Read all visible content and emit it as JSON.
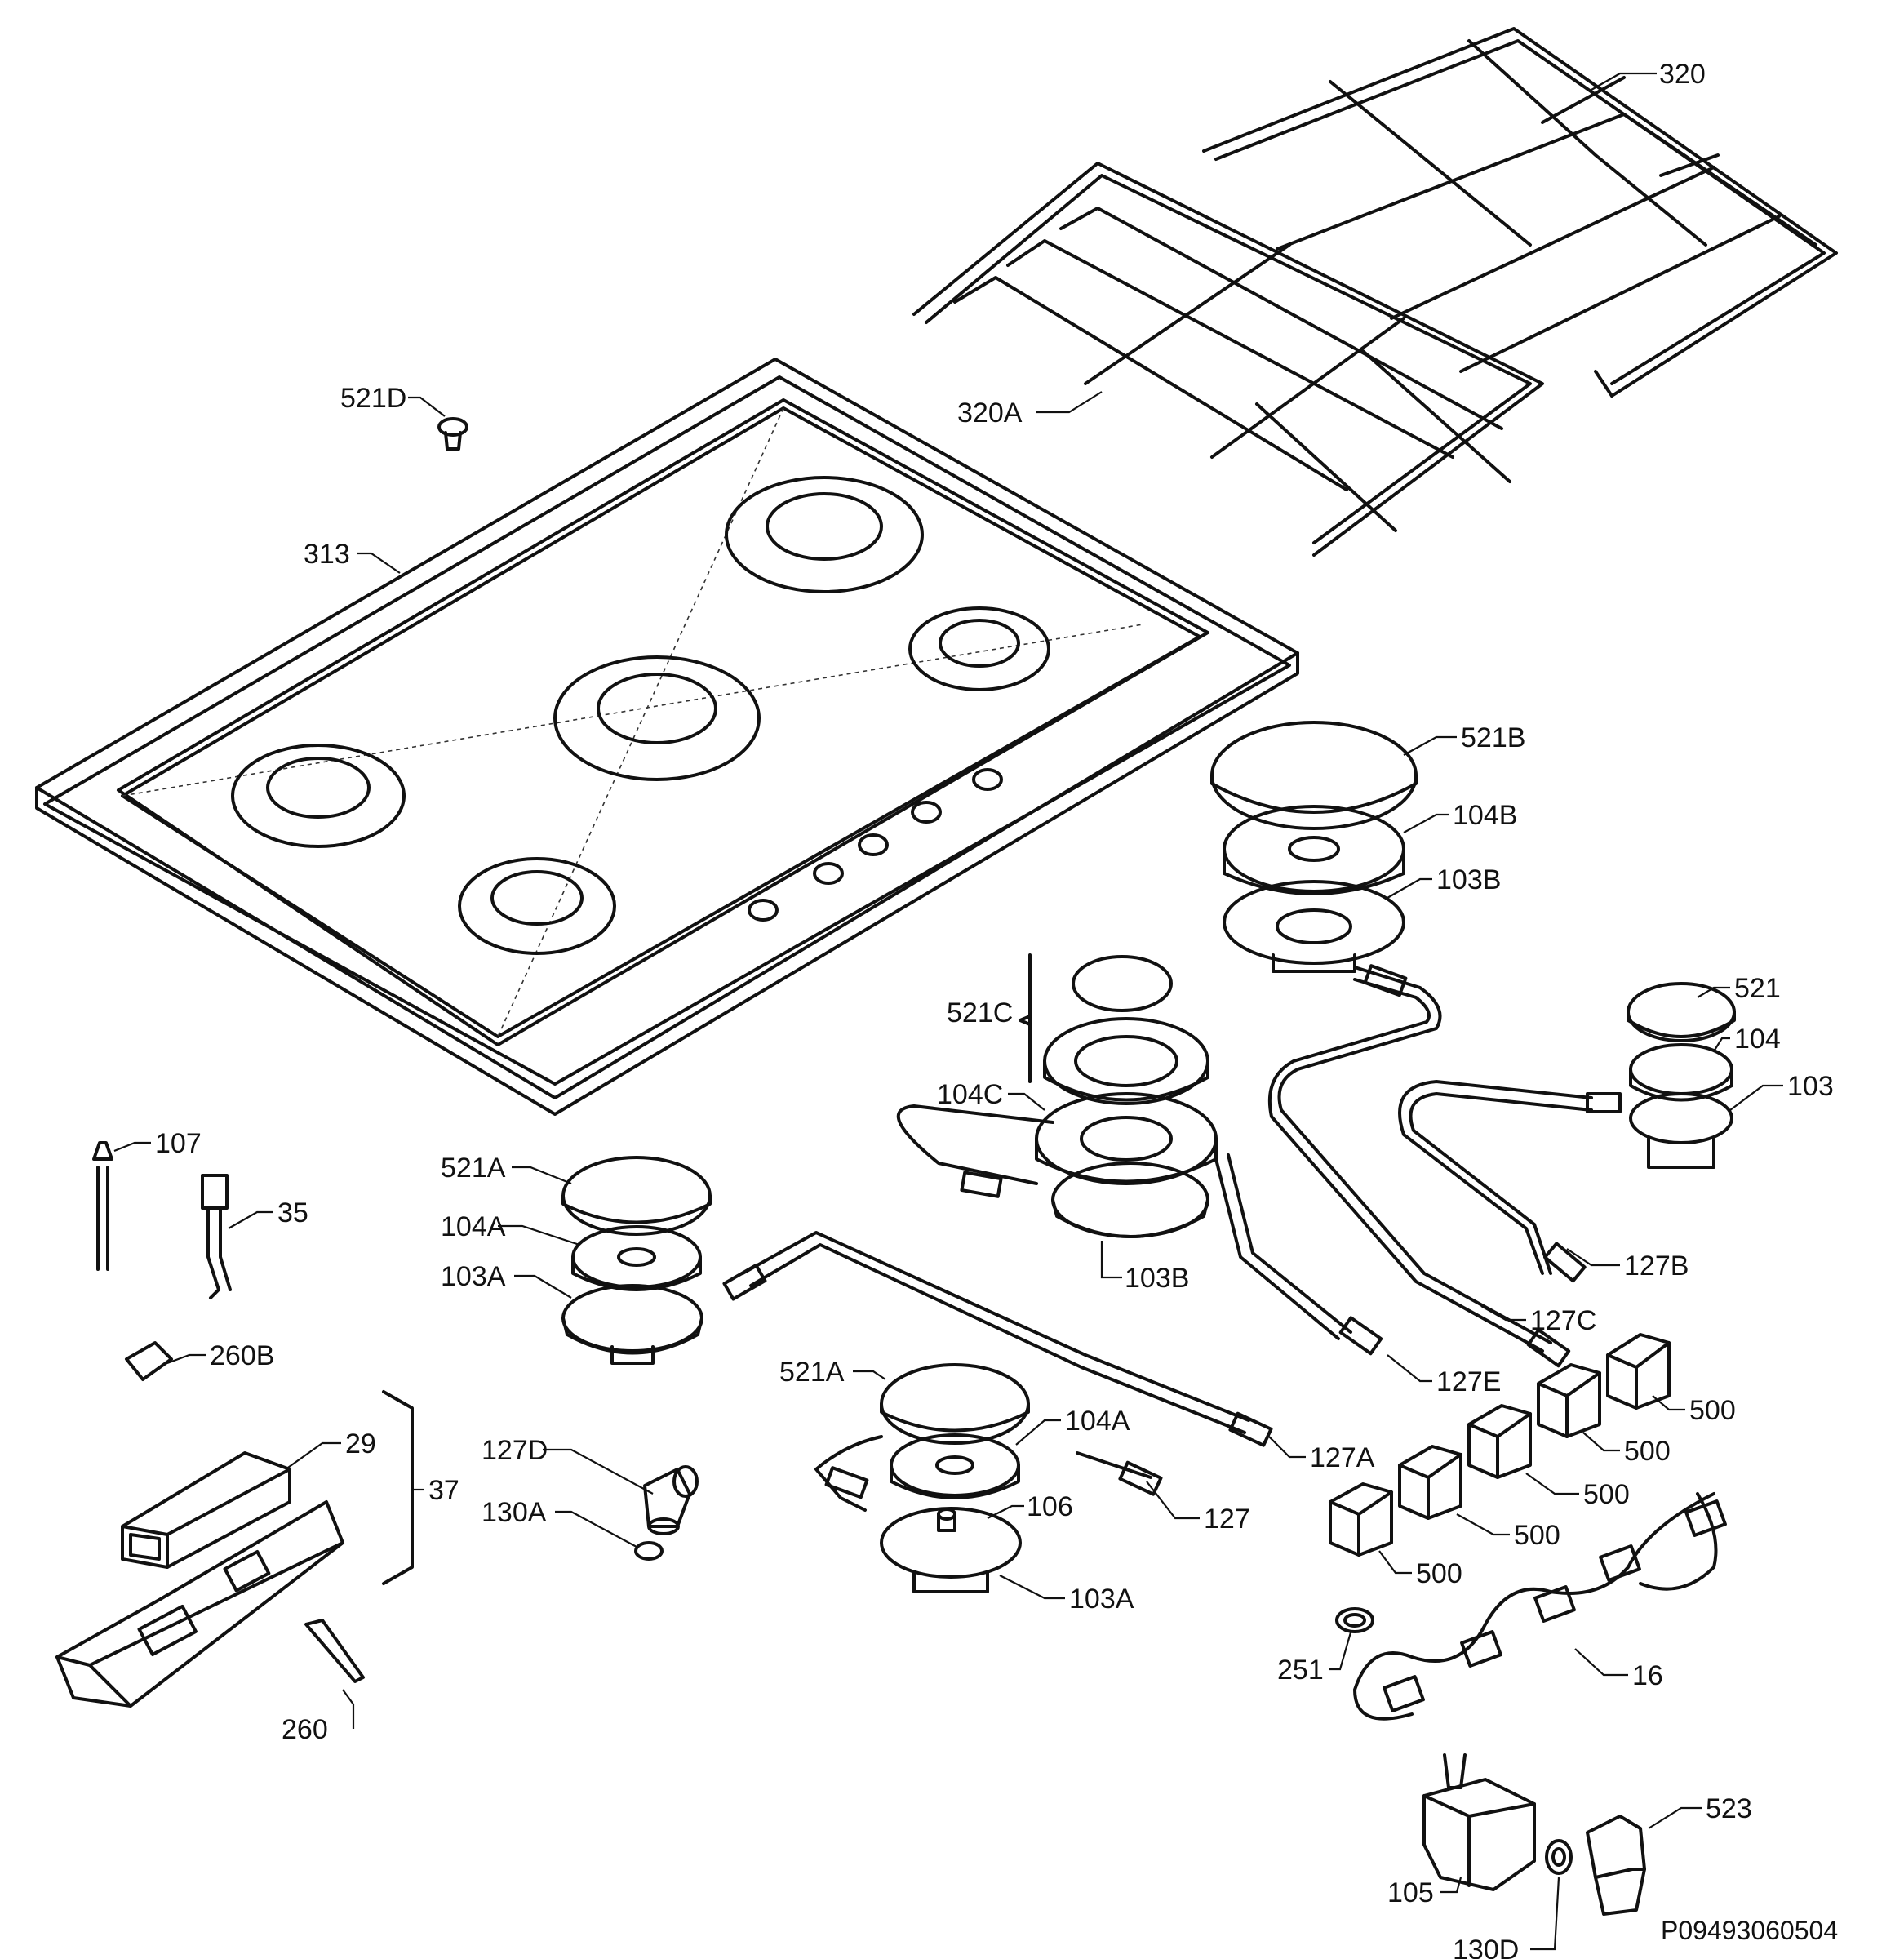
{
  "drawing_code": "P09493060504",
  "labels": [
    {
      "id": "320",
      "text": "320"
    },
    {
      "id": "320A",
      "text": "320A"
    },
    {
      "id": "521D",
      "text": "521D"
    },
    {
      "id": "313",
      "text": "313"
    },
    {
      "id": "521B",
      "text": "521B"
    },
    {
      "id": "104B",
      "text": "104B"
    },
    {
      "id": "103B_top",
      "text": "103B"
    },
    {
      "id": "521",
      "text": "521"
    },
    {
      "id": "104",
      "text": "104"
    },
    {
      "id": "103",
      "text": "103"
    },
    {
      "id": "521C",
      "text": "521C"
    },
    {
      "id": "104C",
      "text": "104C"
    },
    {
      "id": "103B_mid",
      "text": "103B"
    },
    {
      "id": "127B",
      "text": "127B"
    },
    {
      "id": "127C",
      "text": "127C"
    },
    {
      "id": "127E",
      "text": "127E"
    },
    {
      "id": "127A",
      "text": "127A"
    },
    {
      "id": "127",
      "text": "127"
    },
    {
      "id": "107",
      "text": "107"
    },
    {
      "id": "35",
      "text": "35"
    },
    {
      "id": "521A_left",
      "text": "521A"
    },
    {
      "id": "104A_left",
      "text": "104A"
    },
    {
      "id": "103A_left",
      "text": "103A"
    },
    {
      "id": "260B",
      "text": "260B"
    },
    {
      "id": "521A_mid",
      "text": "521A"
    },
    {
      "id": "104A_mid",
      "text": "104A"
    },
    {
      "id": "106",
      "text": "106"
    },
    {
      "id": "103A_mid",
      "text": "103A"
    },
    {
      "id": "127D",
      "text": "127D"
    },
    {
      "id": "130A",
      "text": "130A"
    },
    {
      "id": "29",
      "text": "29"
    },
    {
      "id": "37",
      "text": "37"
    },
    {
      "id": "260",
      "text": "260"
    },
    {
      "id": "500_1",
      "text": "500"
    },
    {
      "id": "500_2",
      "text": "500"
    },
    {
      "id": "500_3",
      "text": "500"
    },
    {
      "id": "500_4",
      "text": "500"
    },
    {
      "id": "500_5",
      "text": "500"
    },
    {
      "id": "251",
      "text": "251"
    },
    {
      "id": "16",
      "text": "16"
    },
    {
      "id": "523",
      "text": "523"
    },
    {
      "id": "105",
      "text": "105"
    },
    {
      "id": "130D",
      "text": "130D"
    }
  ]
}
